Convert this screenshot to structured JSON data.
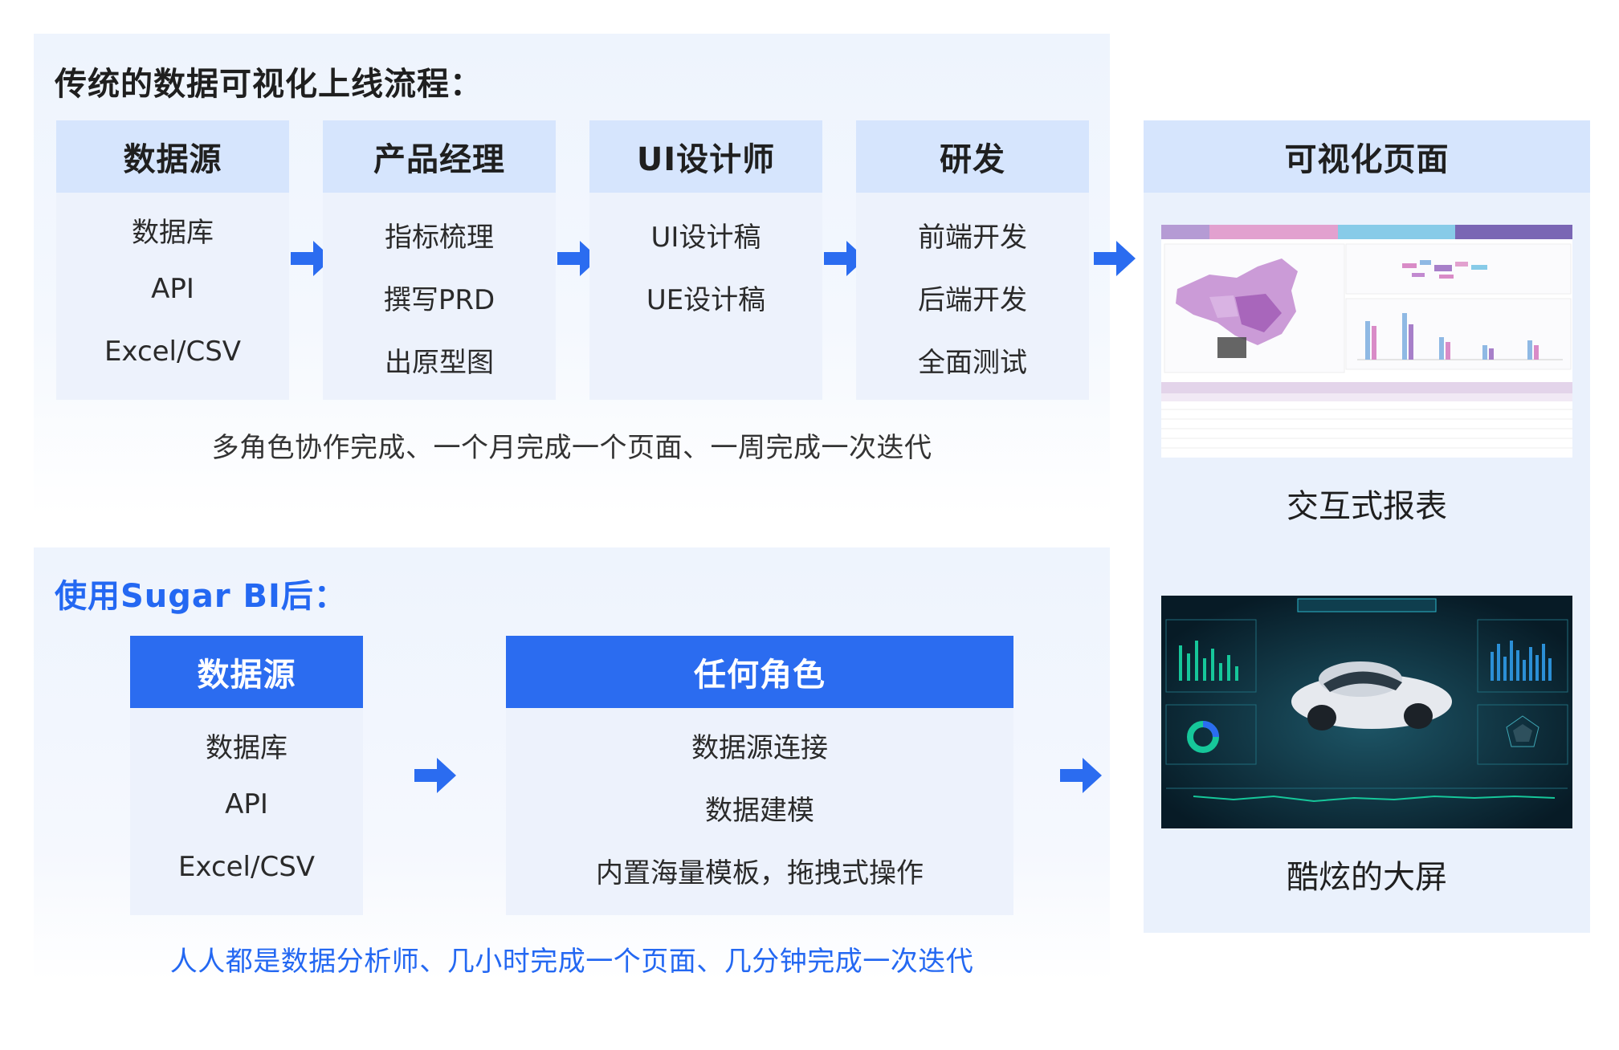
{
  "traditional": {
    "title": "传统的数据可视化上线流程：",
    "cards": [
      {
        "title": "数据源",
        "items": [
          "数据库",
          "API",
          "Excel/CSV"
        ]
      },
      {
        "title": "产品经理",
        "items": [
          "指标梳理",
          "撰写PRD",
          "出原型图"
        ]
      },
      {
        "title": "UI设计师",
        "items": [
          "UI设计稿",
          "UE设计稿"
        ]
      },
      {
        "title": "研发",
        "items": [
          "前端开发",
          "后端开发",
          "全面测试"
        ]
      }
    ],
    "caption": "多角色协作完成、一个月完成一个页面、一周完成一次迭代"
  },
  "sugar": {
    "title": "使用Sugar BI后：",
    "cards": [
      {
        "title": "数据源",
        "items": [
          "数据库",
          "API",
          "Excel/CSV"
        ]
      },
      {
        "title": "任何角色",
        "items": [
          "数据源连接",
          "数据建模",
          "内置海量模板，拖拽式操作"
        ]
      }
    ],
    "caption": "人人都是数据分析师、几小时完成一个页面、几分钟完成一次迭代"
  },
  "result": {
    "title": "可视化页面",
    "items": [
      {
        "label": "交互式报表",
        "kind": "report-thumbnail"
      },
      {
        "label": "酷炫的大屏",
        "kind": "dashboard-thumbnail"
      }
    ]
  },
  "icons": {
    "arrow": "arrow-right-icon"
  },
  "colors": {
    "accent": "#2468f2",
    "card_head": "#d6e5fd",
    "card_body": "#edf2fc",
    "blue_head": "#2b6cf0"
  }
}
